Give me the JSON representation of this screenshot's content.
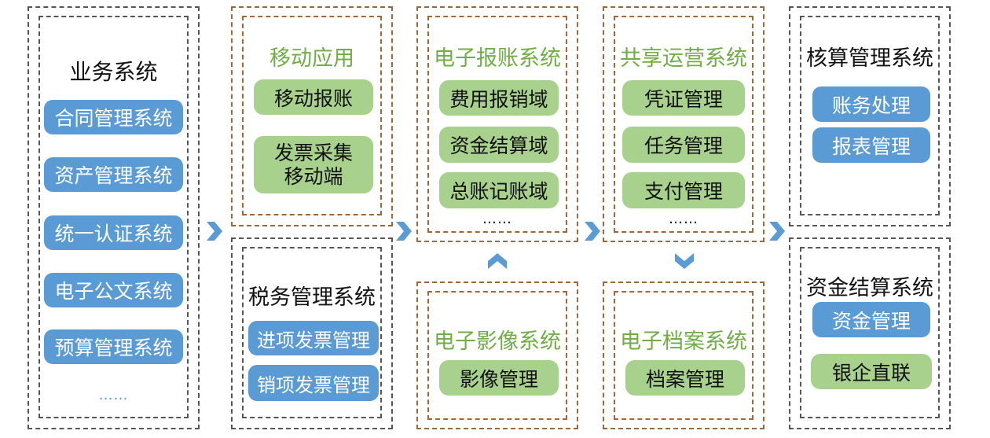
{
  "colors": {
    "blue_pill": "#5b9bd5",
    "green_pill": "#a9d18e",
    "green_title": "#70ad47",
    "gray_border": "#555555",
    "brown_border": "#a0673a",
    "arrow": "#5b9bd5"
  },
  "business": {
    "title": "业务系统",
    "items": [
      "合同管理系统",
      "资产管理系统",
      "统一认证系统",
      "电子公文系统",
      "预算管理系统"
    ],
    "more": "……"
  },
  "mobile": {
    "title": "移动应用",
    "items": [
      "移动报账",
      "发票采集",
      "移动端"
    ]
  },
  "tax": {
    "title": "税务管理系统",
    "items": [
      "进项发票管理",
      "销项发票管理"
    ]
  },
  "reimburse": {
    "title": "电子报账系统",
    "items": [
      "费用报销域",
      "资金结算域",
      "总账记账域"
    ],
    "more": "……"
  },
  "image": {
    "title": "电子影像系统",
    "items": [
      "影像管理"
    ]
  },
  "shared": {
    "title": "共享运营系统",
    "items": [
      "凭证管理",
      "任务管理",
      "支付管理"
    ],
    "more": "……"
  },
  "archive": {
    "title": "电子档案系统",
    "items": [
      "档案管理"
    ]
  },
  "accounting": {
    "title": "核算管理系统",
    "items": [
      "账务处理",
      "报表管理"
    ]
  },
  "settlement": {
    "title": "资金结算系统",
    "items": [
      "资金管理",
      "银企直联"
    ]
  },
  "icons": {
    "right": "chevron-right-icon",
    "up": "chevron-up-icon",
    "down": "chevron-down-icon"
  }
}
